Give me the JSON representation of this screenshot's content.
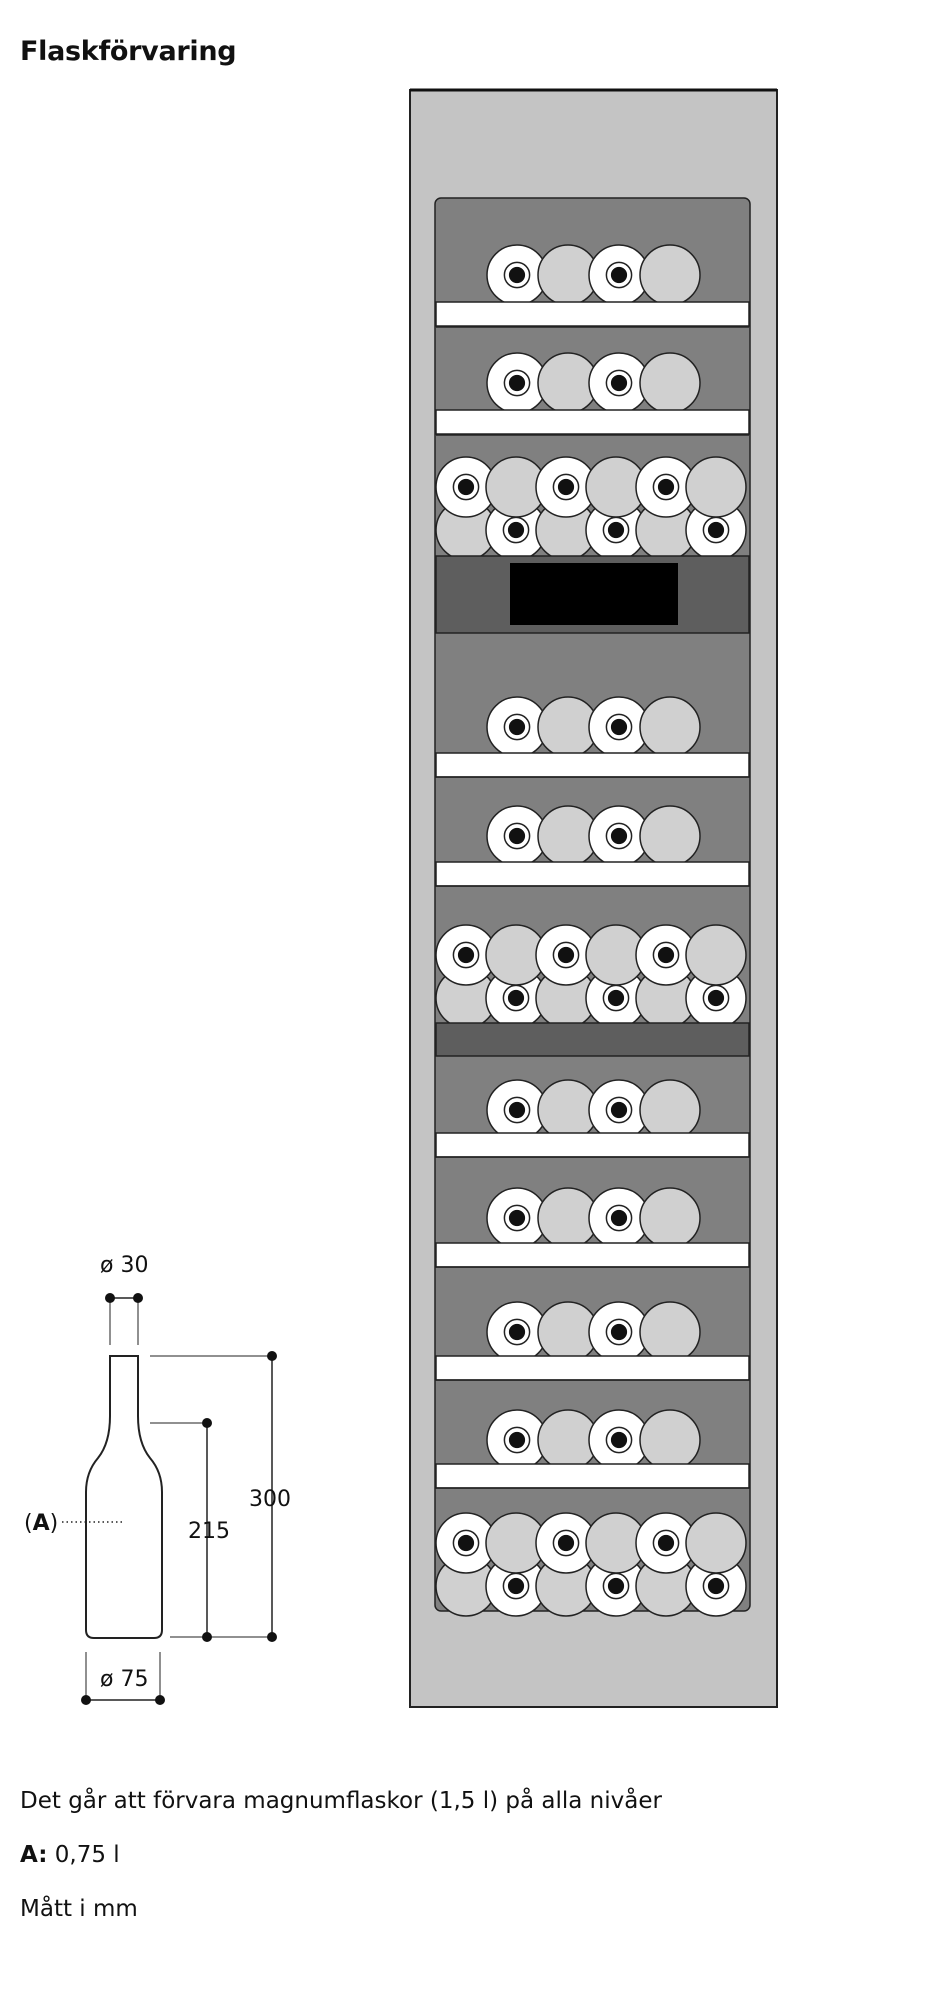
{
  "title": "Flaskförvaring",
  "bottle": {
    "neck_diameter": "ø 30",
    "body_diameter": "ø 75",
    "height_total": "300",
    "height_shoulder": "215",
    "label_a_prefix": "(",
    "label_a": "A",
    "label_a_suffix": ")"
  },
  "cabinet": {
    "colors": {
      "frame": "#c4c4c4",
      "shelf_bg": "#808080",
      "rail": "#ffffff",
      "bottle_base": "#d0d0d0",
      "bottle_front": "#ffffff",
      "control_panel": "#5e5e5e",
      "display": "#000000"
    }
  },
  "notes": {
    "magnum": "Det går att förvara magnumflaskor (1,5 l) på alla nivåer",
    "a_label": "A:",
    "a_value": "0,75 l",
    "units": "Mått i mm"
  }
}
